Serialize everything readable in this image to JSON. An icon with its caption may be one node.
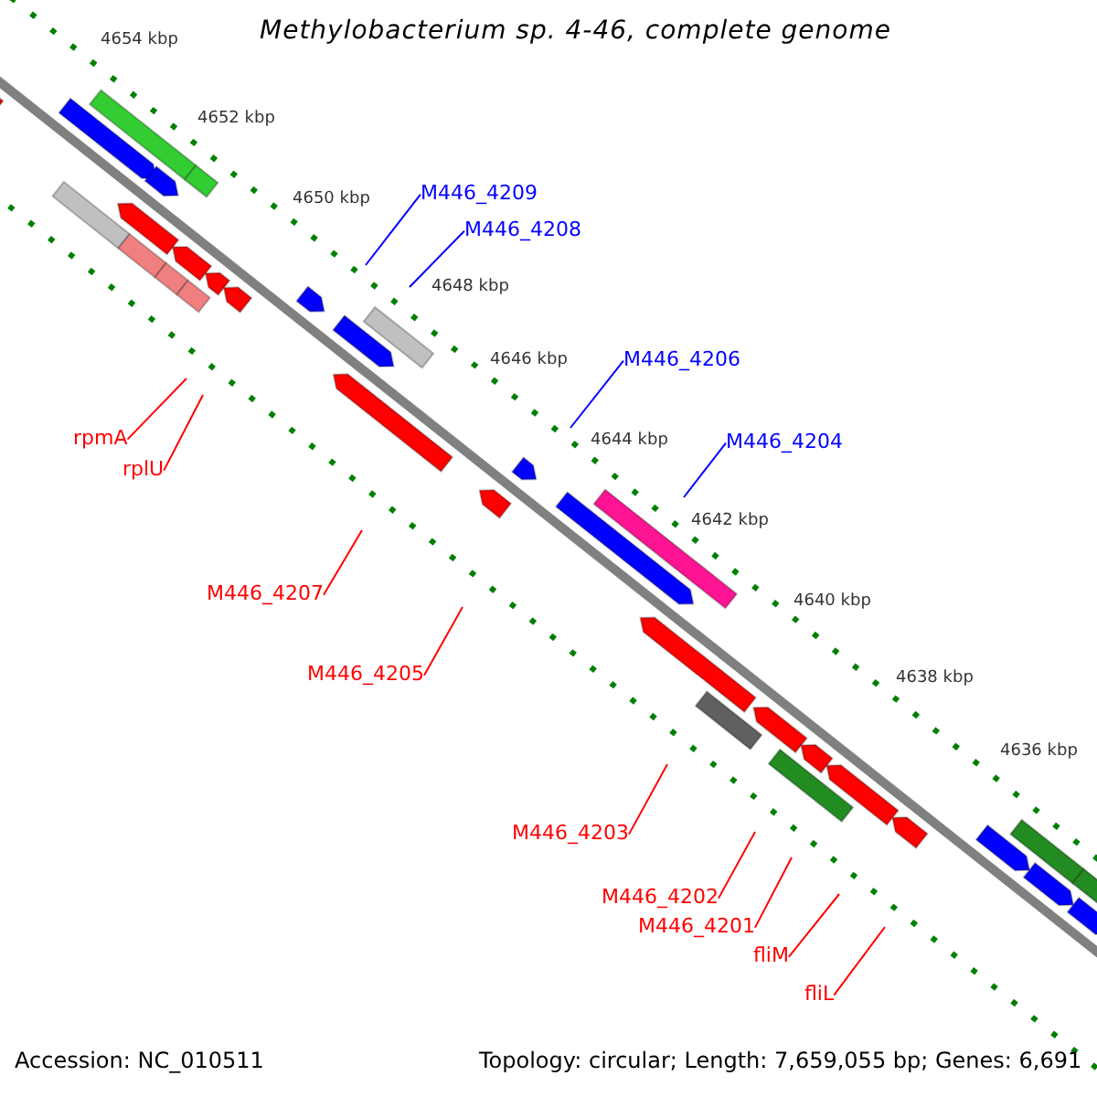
{
  "diagram": {
    "title": "Methylobacterium sp. 4-46, complete genome",
    "nodes": [
      {
        "text": [
          "M446_4209"
        ]
      },
      {
        "text": [
          "M446_4208"
        ]
      },
      {
        "text": [
          "M446_4206"
        ]
      },
      {
        "text": [
          "M446_4204"
        ]
      },
      {
        "text": [
          "rpmA"
        ]
      },
      {
        "text": [
          "rplU"
        ]
      },
      {
        "text": [
          "M446_4207"
        ]
      },
      {
        "text": [
          "M446_4205"
        ]
      },
      {
        "text": [
          "M446_4203"
        ]
      },
      {
        "text": [
          "M446_4202"
        ]
      },
      {
        "text": [
          "M446_4201"
        ]
      },
      {
        "text": [
          "fliM"
        ]
      },
      {
        "text": [
          "fliL"
        ]
      }
    ],
    "edges": [
      {
        "from": 0,
        "to": null,
        "arrow": "none",
        "color": "#0000ff"
      },
      {
        "from": 1,
        "to": null,
        "arrow": "none",
        "color": "#0000ff"
      },
      {
        "from": 2,
        "to": null,
        "arrow": "none",
        "color": "#0000ff"
      },
      {
        "from": 3,
        "to": null,
        "arrow": "none",
        "color": "#0000ff"
      },
      {
        "from": 4,
        "to": null,
        "arrow": "none"
      },
      {
        "from": 5,
        "to": null,
        "arrow": "none"
      },
      {
        "from": 6,
        "to": null,
        "arrow": "none"
      },
      {
        "from": 7,
        "to": null,
        "arrow": "none"
      },
      {
        "from": 8,
        "to": null,
        "arrow": "none"
      },
      {
        "from": 9,
        "to": null,
        "arrow": "none"
      },
      {
        "from": 10,
        "to": null,
        "arrow": "none"
      },
      {
        "from": 11,
        "to": null,
        "arrow": "none"
      },
      {
        "from": 12,
        "to": null,
        "arrow": "none"
      }
    ],
    "labels": [
      "4654 kbp",
      "4652 kbp",
      "4650 kbp",
      "4648 kbp",
      "4646 kbp",
      "4644 kbp",
      "4642 kbp",
      "4640 kbp",
      "4638 kbp",
      "4636 kbp",
      "Accession: NC_010511",
      "Topology: circular; Length: 7,659,055 bp; Genes: 6,691"
    ]
  }
}
